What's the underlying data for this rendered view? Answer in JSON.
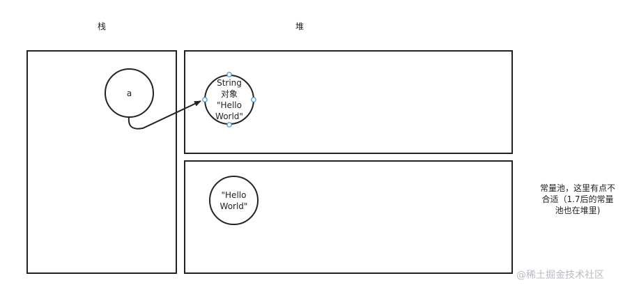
{
  "labels": {
    "stack": "栈",
    "heap": "堆"
  },
  "stack_var": "a",
  "heap_object": "String\n对象\n\"Hello\nWorld\"",
  "pool_object": "\"Hello\nWorld\"",
  "note": "常量池，这里有点不\n合适（1.7后的常量\n池也在堆里)",
  "watermark": "@稀土掘金技术社区",
  "colors": {
    "stroke": "#222222",
    "handle": "#3a8ed8",
    "watermark": "#b8bcc2"
  }
}
